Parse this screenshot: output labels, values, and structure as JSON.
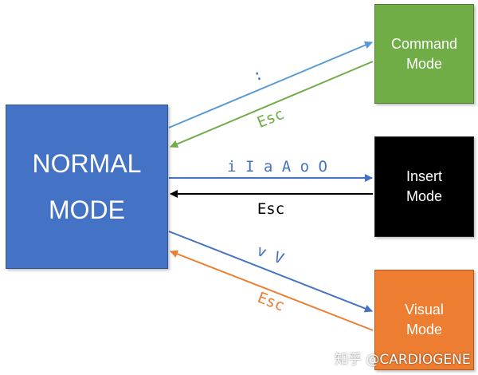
{
  "nodes": {
    "normal": {
      "label": "NORMAL\nMODE",
      "color": "#4472c4"
    },
    "command": {
      "label": "Command\nMode",
      "color": "#70ad47"
    },
    "insert": {
      "label": "Insert\nMode",
      "color": "#000000"
    },
    "visual": {
      "label": "Visual\nMode",
      "color": "#ed7d31"
    }
  },
  "edges": {
    "to_command": {
      "label": ":",
      "color": "#5b9bd5"
    },
    "from_command": {
      "label": "Esc",
      "color": "#70ad47"
    },
    "to_insert": {
      "label": "i I a A o O",
      "color": "#4472c4"
    },
    "from_insert": {
      "label": "Esc",
      "color": "#000000"
    },
    "to_visual": {
      "label": "v V",
      "color": "#4472c4"
    },
    "from_visual": {
      "label": "Esc",
      "color": "#ed7d31"
    }
  },
  "watermark": "知乎 @CARDIOGENE"
}
